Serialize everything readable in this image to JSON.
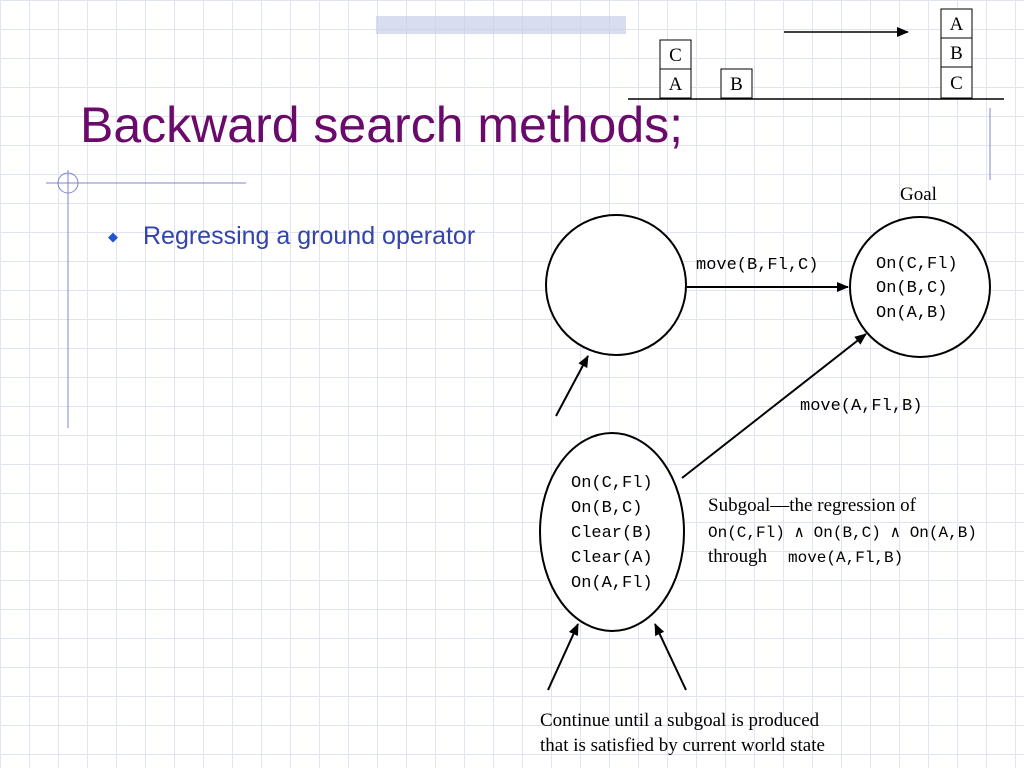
{
  "slide": {
    "title": "Backward search methods;",
    "bullets": [
      "Regressing a ground operator"
    ],
    "accent_color": "#6a0a6a",
    "bullet_color": "#3344aa"
  },
  "blocks": {
    "start_stack_left": [
      "C",
      "A"
    ],
    "start_stack_right": [
      "B"
    ],
    "goal_stack": [
      "A",
      "B",
      "C"
    ]
  },
  "diagram": {
    "goal_label": "Goal",
    "goal_state": [
      "On(C,Fl)",
      "On(B,C)",
      "On(A,B)"
    ],
    "top_operator": "move(B,Fl,C)",
    "regress_operator": "move(A,Fl,B)",
    "subgoal_state": [
      "On(C,Fl)",
      "On(B,C)",
      "Clear(B)",
      "Clear(A)",
      "On(A,Fl)"
    ],
    "subgoal_caption": {
      "line1": "Subgoal—the regression of",
      "line2": "On(C,Fl) ∧ On(B,C) ∧ On(A,B)",
      "line3_prefix": "through",
      "line3_operator": "move(A,Fl,B)"
    },
    "footer": {
      "line1": "Continue until a subgoal is produced",
      "line2": "that is satisfied by current world state"
    }
  }
}
